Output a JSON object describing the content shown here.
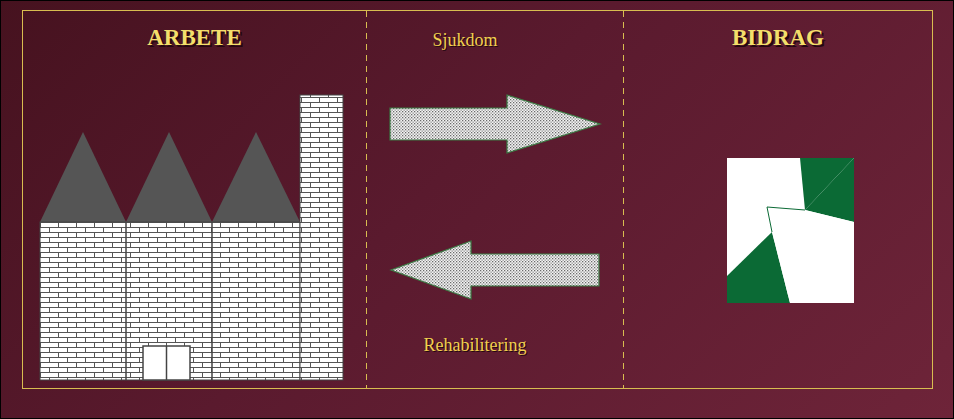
{
  "diagram": {
    "nodes": [
      {
        "text": [
          "ARBETE"
        ]
      },
      {
        "text": [
          "BIDRAG"
        ]
      }
    ],
    "edges": [
      {
        "from": 0,
        "to": 1,
        "label": "Sjukdom",
        "arrow": "to"
      },
      {
        "from": 1,
        "to": 0,
        "label": "Rehabilitering",
        "arrow": "to"
      }
    ]
  }
}
